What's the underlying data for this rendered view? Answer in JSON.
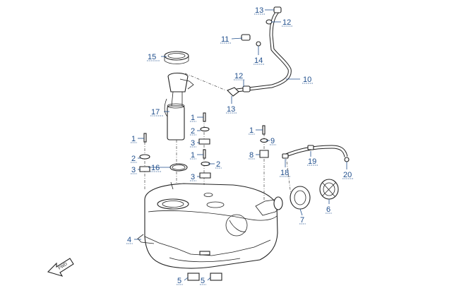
{
  "diagram": {
    "fwd_label": "FWD",
    "callouts": [
      {
        "id": "c13a",
        "text": "13"
      },
      {
        "id": "c12a",
        "text": "12"
      },
      {
        "id": "c11",
        "text": "11"
      },
      {
        "id": "c14",
        "text": "14"
      },
      {
        "id": "c15",
        "text": "15"
      },
      {
        "id": "c12b",
        "text": "12"
      },
      {
        "id": "c10",
        "text": "10"
      },
      {
        "id": "c13b",
        "text": "13"
      },
      {
        "id": "c17",
        "text": "17"
      },
      {
        "id": "c1a",
        "text": "1"
      },
      {
        "id": "c2a",
        "text": "2"
      },
      {
        "id": "c3a",
        "text": "3"
      },
      {
        "id": "c1b",
        "text": "1"
      },
      {
        "id": "c9",
        "text": "9"
      },
      {
        "id": "c1c",
        "text": "1"
      },
      {
        "id": "c8",
        "text": "8"
      },
      {
        "id": "c19",
        "text": "19"
      },
      {
        "id": "c1d",
        "text": "1"
      },
      {
        "id": "c2b",
        "text": "2"
      },
      {
        "id": "c2c",
        "text": "2"
      },
      {
        "id": "c3b",
        "text": "3"
      },
      {
        "id": "c16",
        "text": "16"
      },
      {
        "id": "c3c",
        "text": "3"
      },
      {
        "id": "c18",
        "text": "18"
      },
      {
        "id": "c20",
        "text": "20"
      },
      {
        "id": "c6",
        "text": "6"
      },
      {
        "id": "c7",
        "text": "7"
      },
      {
        "id": "c4",
        "text": "4"
      },
      {
        "id": "c5a",
        "text": "5"
      },
      {
        "id": "c5b",
        "text": "5"
      }
    ]
  }
}
